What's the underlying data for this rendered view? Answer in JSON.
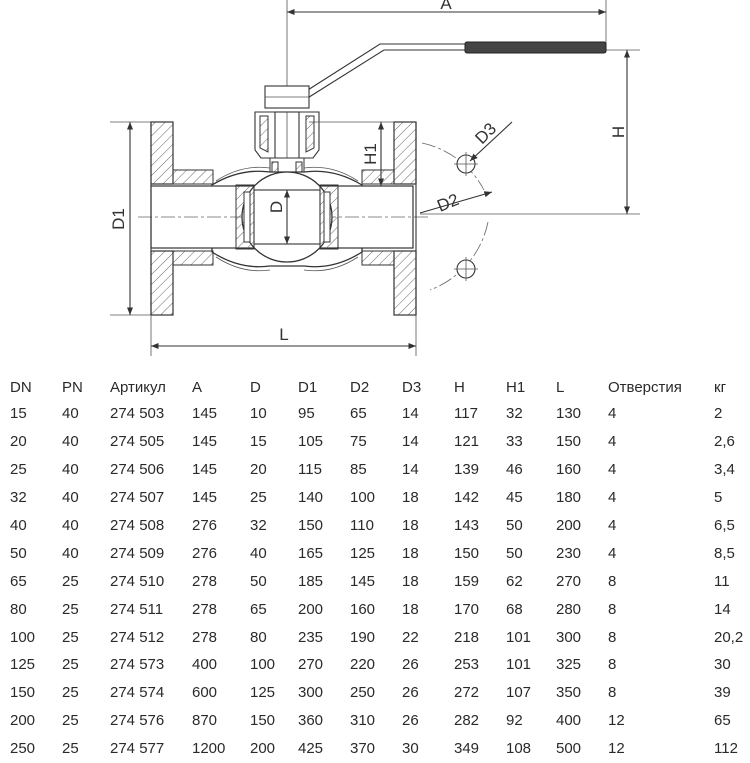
{
  "drawing": {
    "labels": {
      "A": "A",
      "H": "H",
      "H1": "H1",
      "D": "D",
      "D1": "D1",
      "D2": "D2",
      "D3": "D3",
      "L": "L"
    }
  },
  "table": {
    "headers": [
      "DN",
      "PN",
      "Артикул",
      "A",
      "D",
      "D1",
      "D2",
      "D3",
      "H",
      "H1",
      "L",
      "Отверстия",
      "кг"
    ],
    "rows": [
      [
        "15",
        "40",
        "274 503",
        "145",
        "10",
        "95",
        "65",
        "14",
        "117",
        "32",
        "130",
        "4",
        "2"
      ],
      [
        "20",
        "40",
        "274 505",
        "145",
        "15",
        "105",
        "75",
        "14",
        "121",
        "33",
        "150",
        "4",
        "2,6"
      ],
      [
        "25",
        "40",
        "274 506",
        "145",
        "20",
        "115",
        "85",
        "14",
        "139",
        "46",
        "160",
        "4",
        "3,4"
      ],
      [
        "32",
        "40",
        "274 507",
        "145",
        "25",
        "140",
        "100",
        "18",
        "142",
        "45",
        "180",
        "4",
        "5"
      ],
      [
        "40",
        "40",
        "274 508",
        "276",
        "32",
        "150",
        "110",
        "18",
        "143",
        "50",
        "200",
        "4",
        "6,5"
      ],
      [
        "50",
        "40",
        "274 509",
        "276",
        "40",
        "165",
        "125",
        "18",
        "150",
        "50",
        "230",
        "4",
        "8,5"
      ],
      [
        "65",
        "25",
        "274 510",
        "278",
        "50",
        "185",
        "145",
        "18",
        "159",
        "62",
        "270",
        "8",
        "11"
      ],
      [
        "80",
        "25",
        "274 511",
        "278",
        "65",
        "200",
        "160",
        "18",
        "170",
        "68",
        "280",
        "8",
        "14"
      ],
      [
        "100",
        "25",
        "274 512",
        "278",
        "80",
        "235",
        "190",
        "22",
        "218",
        "101",
        "300",
        "8",
        "20,2"
      ],
      [
        "125",
        "25",
        "274 573",
        "400",
        "100",
        "270",
        "220",
        "26",
        "253",
        "101",
        "325",
        "8",
        "30"
      ],
      [
        "150",
        "25",
        "274 574",
        "600",
        "125",
        "300",
        "250",
        "26",
        "272",
        "107",
        "350",
        "8",
        "39"
      ],
      [
        "200",
        "25",
        "274 576",
        "870",
        "150",
        "360",
        "310",
        "26",
        "282",
        "92",
        "400",
        "12",
        "65"
      ],
      [
        "250",
        "25",
        "274 577",
        "1200",
        "200",
        "425",
        "370",
        "30",
        "349",
        "108",
        "500",
        "12",
        "112"
      ]
    ]
  }
}
